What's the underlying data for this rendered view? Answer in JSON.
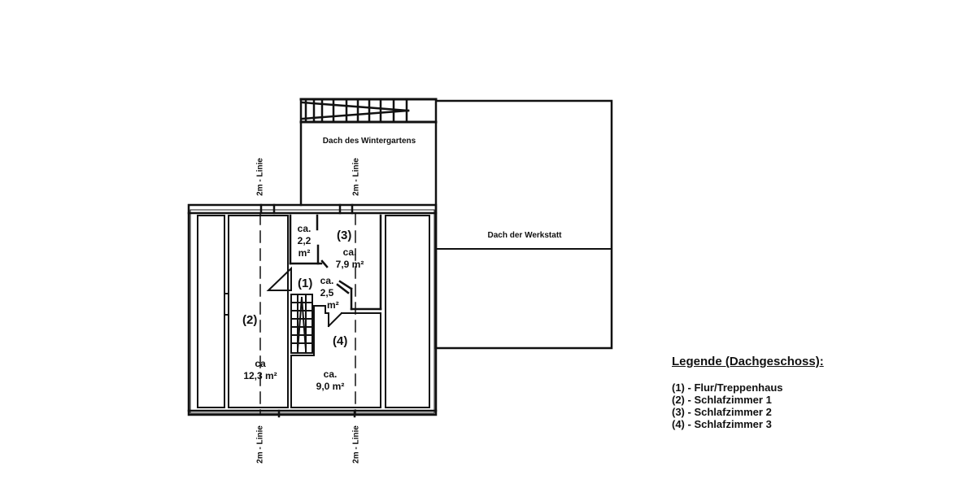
{
  "plan": {
    "roof_wintergarden": "Dach des Wintergartens",
    "roof_workshop": "Dach der Werkstatt",
    "line_label": "2m - Linie",
    "rooms": [
      {
        "num": "(1)",
        "area_l1": "ca.",
        "area_l2": "2,5",
        "area_l3": "m²"
      },
      {
        "num": "(2)",
        "area_l1": "ca",
        "area_l2": "12,3 m²"
      },
      {
        "num": "(3)",
        "area_l1": "ca.",
        "area_l2": "7,9 m²"
      },
      {
        "num": "(4)",
        "area_l1": "ca.",
        "area_l2": "9,0 m²"
      }
    ],
    "small_room": {
      "l1": "ca.",
      "l2": "2,2",
      "l3": "m²"
    }
  },
  "legend": {
    "title": "Legende (Dachgeschoss):",
    "items": [
      "(1) - Flur/Treppenhaus",
      "(2) - Schlafzimmer 1",
      "(3) - Schlafzimmer 2",
      "(4) - Schlafzimmer 3"
    ]
  }
}
